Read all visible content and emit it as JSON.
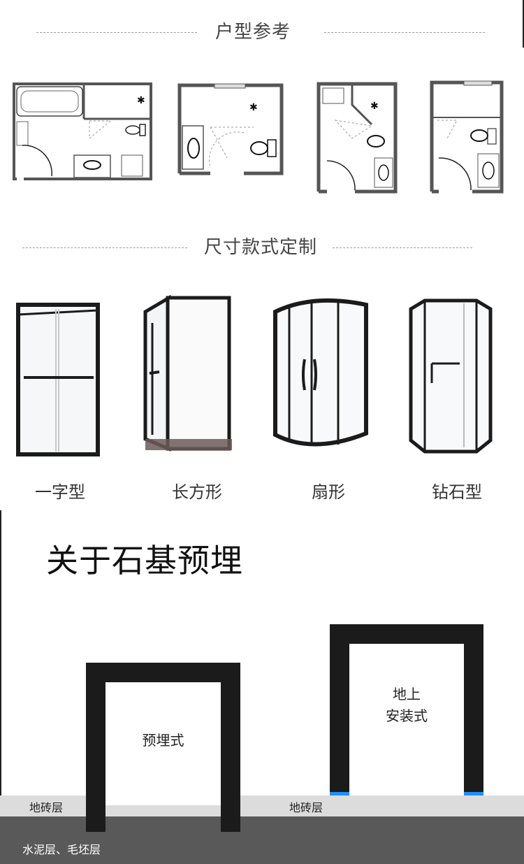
{
  "sections": {
    "layout_ref": {
      "title": "户型参考"
    },
    "size_style": {
      "title": "尺寸款式定制"
    }
  },
  "door_styles": [
    {
      "label": "一字型",
      "icon": "sliding-door-icon"
    },
    {
      "label": "长方形",
      "icon": "rectangle-enclosure-icon"
    },
    {
      "label": "扇形",
      "icon": "quadrant-enclosure-icon"
    },
    {
      "label": "钻石型",
      "icon": "diamond-enclosure-icon"
    }
  ],
  "stone_base": {
    "title": "关于石基预埋",
    "embedded_label": "预埋式",
    "above_ground_label_line1": "地上",
    "above_ground_label_line2": "安装式",
    "tile_layer_left": "地砖层",
    "tile_layer_right": "地砖层",
    "cement_layer": "水泥层、毛坯层"
  },
  "colors": {
    "frame": "#1b1b1b",
    "tile_layer": "#dcdcdc",
    "cement_layer": "#595959",
    "seal_strip": "#1e90ff"
  }
}
